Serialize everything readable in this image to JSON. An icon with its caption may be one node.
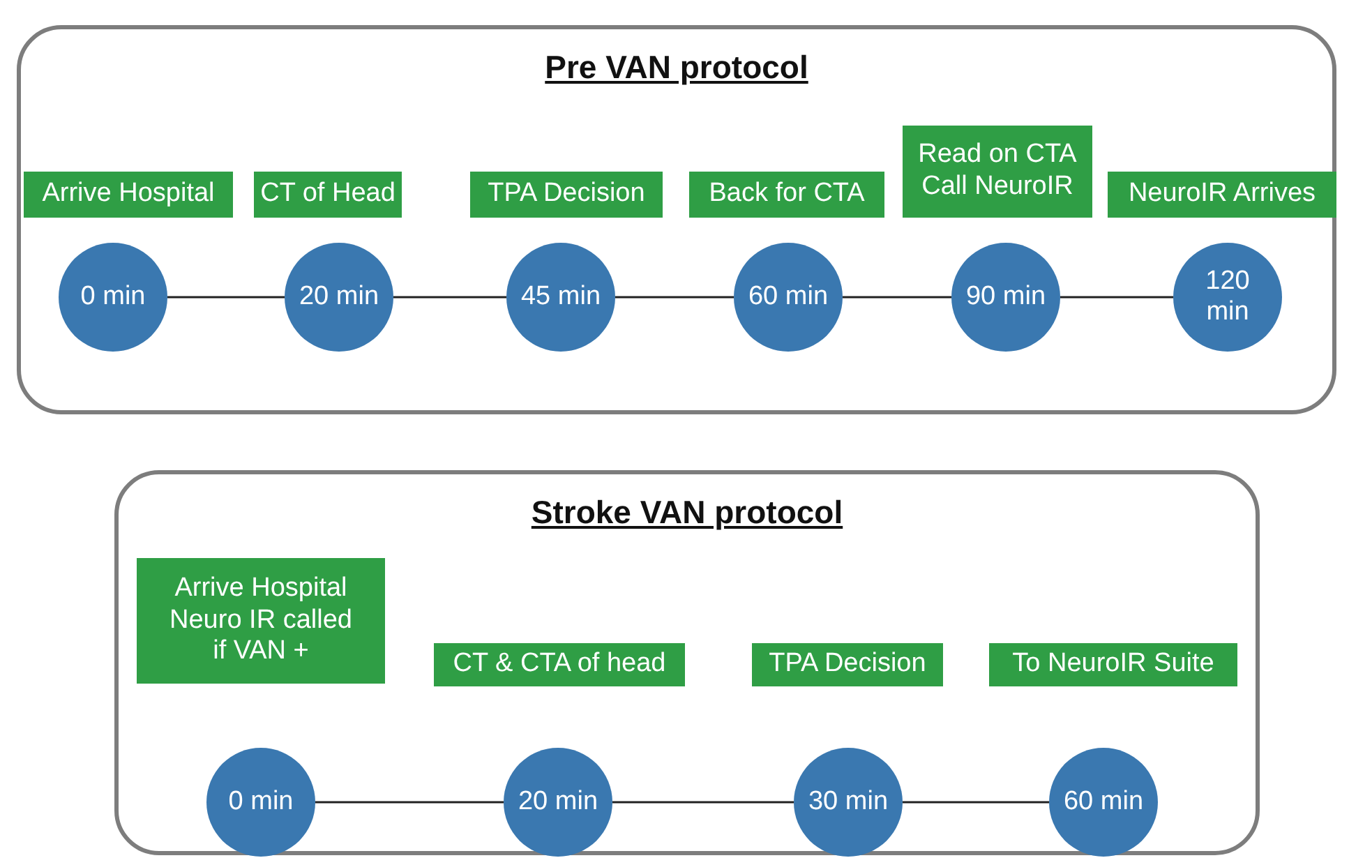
{
  "diagram": {
    "nodes": [
      {
        "text": [
          "Pre VAN protocol"
        ]
      },
      {
        "text": [
          "Arrive Hospital"
        ],
        "in": 0
      },
      {
        "text": [
          "CT of Head"
        ],
        "in": 0
      },
      {
        "text": [
          "TPA Decision"
        ],
        "in": 0
      },
      {
        "text": [
          "Back for CTA"
        ],
        "in": 0
      },
      {
        "text": [
          "Read on CTA Call NeuroIR"
        ],
        "in": 0
      },
      {
        "text": [
          "NeuroIR Arrives"
        ],
        "in": 0
      },
      {
        "text": [
          "0 min"
        ],
        "in": 0
      },
      {
        "text": [
          "20 min"
        ],
        "in": 0
      },
      {
        "text": [
          "45 min"
        ],
        "in": 0
      },
      {
        "text": [
          "60 min"
        ],
        "in": 0
      },
      {
        "text": [
          "90 min"
        ],
        "in": 0
      },
      {
        "text": [
          "120 min"
        ],
        "in": 0
      },
      {
        "text": [
          "Stroke VAN protocol"
        ]
      },
      {
        "text": [
          "Arrive Hospital Neuro IR called if VAN +"
        ],
        "in": 13
      },
      {
        "text": [
          "CT & CTA of head"
        ],
        "in": 13
      },
      {
        "text": [
          "TPA Decision"
        ],
        "in": 13
      },
      {
        "text": [
          "To NeuroIR Suite"
        ],
        "in": 13
      },
      {
        "text": [
          "0 min"
        ],
        "in": 13
      },
      {
        "text": [
          "20 min"
        ],
        "in": 13
      },
      {
        "text": [
          "30 min"
        ],
        "in": 13
      },
      {
        "text": [
          "60 min"
        ],
        "in": 13
      }
    ],
    "edges": [
      {
        "from": 7,
        "to": 8,
        "arrow": "none"
      },
      {
        "from": 8,
        "to": 9,
        "arrow": "none"
      },
      {
        "from": 9,
        "to": 10,
        "arrow": "none"
      },
      {
        "from": 10,
        "to": 11,
        "arrow": "none"
      },
      {
        "from": 11,
        "to": 12,
        "arrow": "none"
      },
      {
        "from": 18,
        "to": 19,
        "arrow": "none"
      },
      {
        "from": 19,
        "to": 20,
        "arrow": "none"
      },
      {
        "from": 20,
        "to": 21,
        "arrow": "none"
      }
    ]
  }
}
